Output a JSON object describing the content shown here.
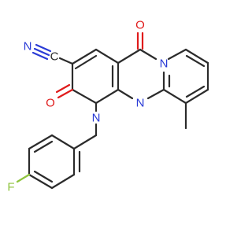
{
  "colors": {
    "bond": "#2b2b2b",
    "nitrogen": "#2a3bd6",
    "oxygen": "#e01b1b",
    "fluorine": "#8fc43e",
    "carbon_label": "#2b2b2b"
  },
  "atoms": {
    "nitrile_n": "N",
    "nitrile_c": "C",
    "keto_o_top": "O",
    "lactam_o": "O",
    "ring_n_top": "N",
    "ring_n_mid": "N",
    "ring_n_benzyl": "N",
    "fluorine": "F"
  }
}
